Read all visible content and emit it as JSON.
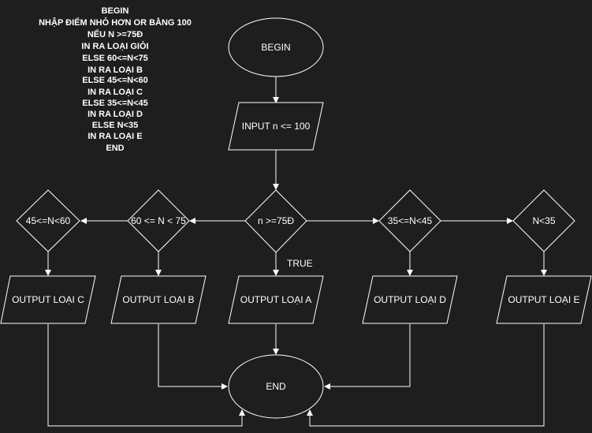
{
  "notes": [
    "BEGIN",
    "NHẬP ĐIỂM NHỎ HƠN OR BẰNG 100",
    "NẾU N >=75Đ",
    "IN RA LOẠI GIỎI",
    "ELSE 60<=N<75",
    "IN RA LOẠI B",
    "ELSE 45<=N<60",
    "IN RA LOẠI C",
    "ELSE 35<=N<45",
    "IN RA LOẠI D",
    "ELSE N<35",
    "IN RA LOẠI E",
    "END"
  ],
  "nodes": {
    "begin": "BEGIN",
    "input": "INPUT n <= 100",
    "cond_main": "n >=75Đ",
    "cond_60_75": "60 <= N < 75",
    "cond_45_60": "45<=N<60",
    "cond_35_45": "35<=N<45",
    "cond_lt35": "N<35",
    "out_a": "OUTPUT LOẠI A",
    "out_b": "OUTPUT LOẠI B",
    "out_c": "OUTPUT LOẠI C",
    "out_d": "OUTPUT LOẠI D",
    "out_e": "OUTPUT LOẠI E",
    "end": "END"
  },
  "edges": {
    "true_label": "TRUE"
  },
  "colors": {
    "background": "#1e1e1e",
    "stroke": "#ffffff",
    "text": "#ffffff"
  }
}
